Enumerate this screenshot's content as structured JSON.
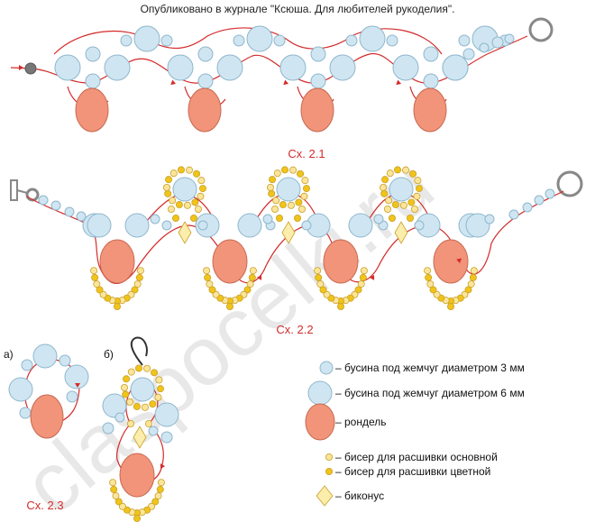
{
  "caption": "Опубликовано в журнале \"Ксюша. Для любителей рукоделия\".",
  "schemes": {
    "s21": "Сх. 2.1",
    "s22": "Сх. 2.2",
    "s23": "Сх. 2.3"
  },
  "sub_labels": {
    "a": "а)",
    "b": "б)"
  },
  "legend": {
    "pearl3": "– бусина под жемчуг диаметром 3 мм",
    "pearl6": "– бусина под жемчуг диаметром 6 мм",
    "rondel": "– рондель",
    "seed_main": "– бисер для расшивки основной",
    "seed_color": "– бисер для расшивки цветной",
    "bicone": "– биконус"
  },
  "watermark": "claspocelki.ru",
  "colors": {
    "pearl": "#cfe6f2",
    "pearl_stroke": "#8fb6cc",
    "rondel": "#f19479",
    "rondel_stroke": "#c86a52",
    "thread": "#d42b2b",
    "seed_main": "#fbe59a",
    "seed_color": "#f0c419",
    "seed_stroke": "#c9a02a",
    "bicone": "#fbedab",
    "clasp": "#888888"
  }
}
